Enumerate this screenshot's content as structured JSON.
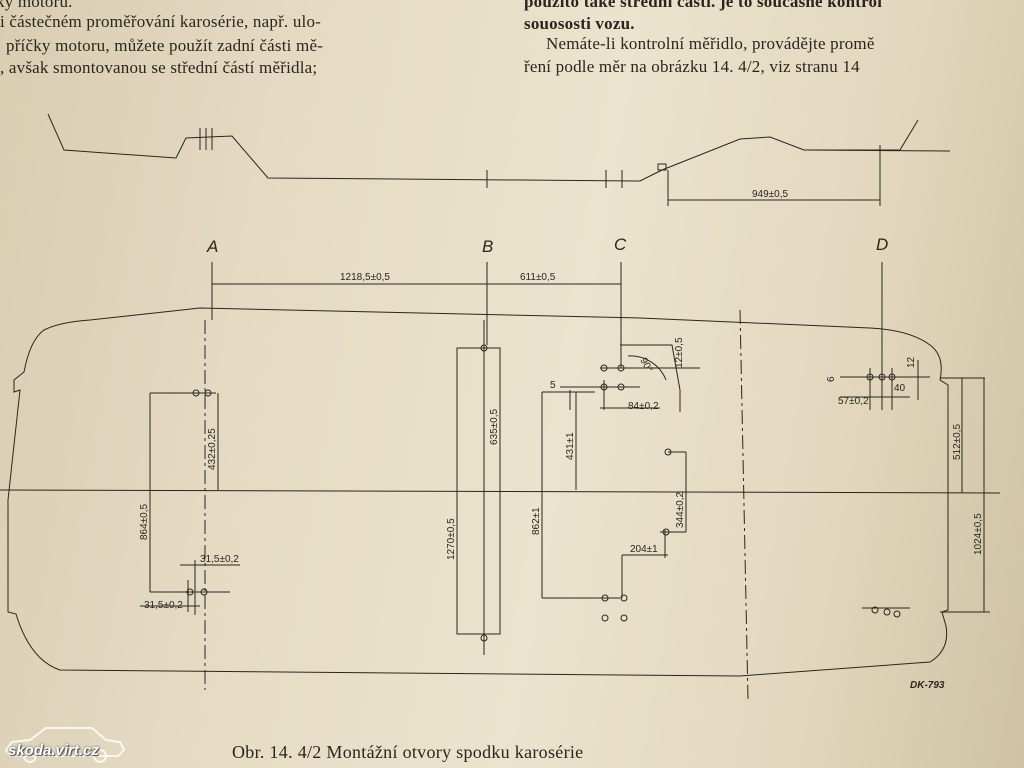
{
  "text": {
    "left_lines": [
      "ky motoru.",
      "i částečném proměřování karosérie, např. ulo-",
      "příčky motoru, můžete použít zadní části mě-",
      ", avšak smontovanou se střední částí měřidla;"
    ],
    "right_lines_bold": [
      "použito také střední části. je to současně kontrol",
      "souososti vozu."
    ],
    "right_lines": [
      "Nemáte-li kontrolní měřidlo, provádějte promě",
      "ření podle měr na obrázku 14. 4/2, viz stranu 14"
    ]
  },
  "drawing": {
    "section_labels": [
      "A",
      "B",
      "C",
      "D"
    ],
    "dims": {
      "ab": "1218,5±0,5",
      "bc": "611±0,5",
      "profile": "949±0,5",
      "a_432": "432±0,25",
      "a_864": "864±0,5",
      "a_315_top": "31,5±0,2",
      "a_315_bot": "31,5±0,2",
      "b_635": "635±0,5",
      "b_1270": "1270±0,5",
      "c_angle": "90°",
      "c_12": "12±0,5",
      "c_5": "5",
      "c_84": "84±0,2",
      "c_431": "431±1",
      "c_862": "862±1",
      "c_344": "344±0,2",
      "c_204": "204±1",
      "d_6": "6",
      "d_12": "12",
      "d_40": "40",
      "d_57": "57±0,2",
      "d_512": "512±0,5",
      "d_1024": "1024±0,5"
    },
    "drawing_code": "DK-793"
  },
  "caption": "Obr. 14. 4/2 Montážní otvory spodku karosérie",
  "watermark": "skoda.virt.cz"
}
